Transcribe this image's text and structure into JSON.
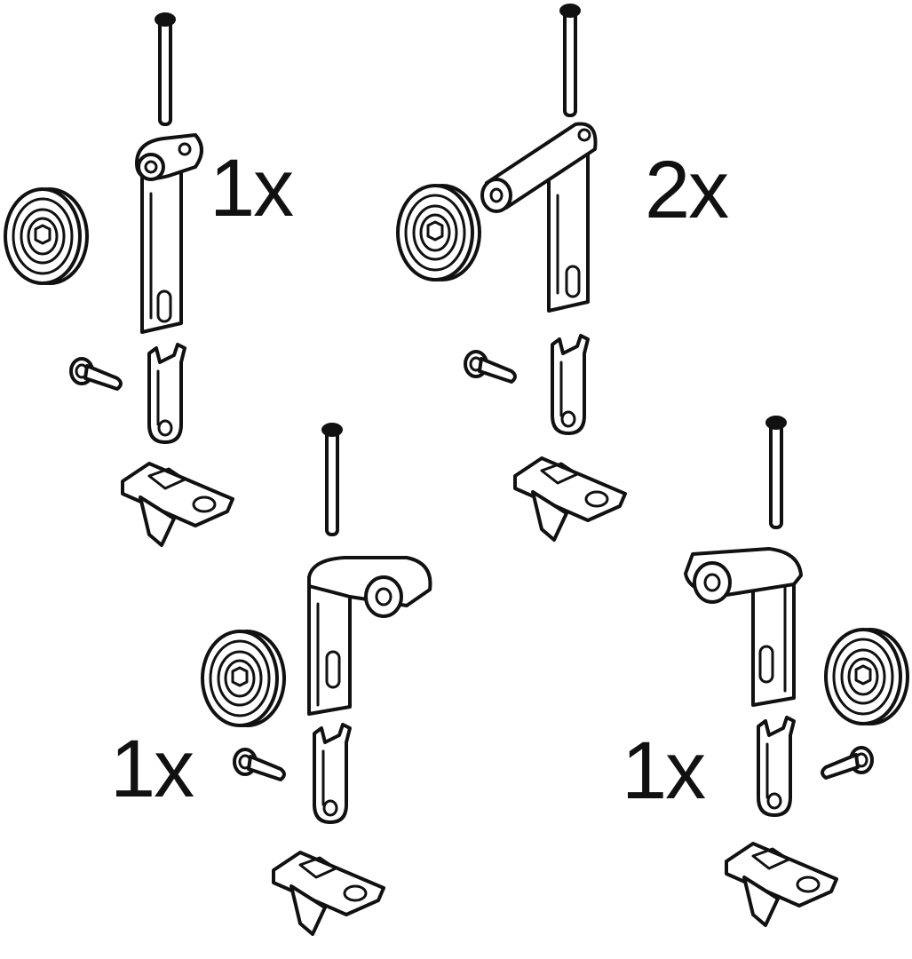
{
  "assemblies": [
    {
      "quantity_label": "1x",
      "label_color": "#111111"
    },
    {
      "quantity_label": "2x",
      "label_color": "#111111"
    },
    {
      "quantity_label": "1x",
      "label_color": "#111111"
    },
    {
      "quantity_label": "1x",
      "label_color": "#111111"
    }
  ],
  "parts_per_assembly": [
    "pin",
    "hanger-bracket",
    "wheel",
    "rivet",
    "clip",
    "base-plate"
  ],
  "icons": [
    "pin-icon",
    "hanger-bracket-icon",
    "wheel-icon",
    "rivet-icon",
    "clip-icon",
    "base-plate-icon"
  ]
}
